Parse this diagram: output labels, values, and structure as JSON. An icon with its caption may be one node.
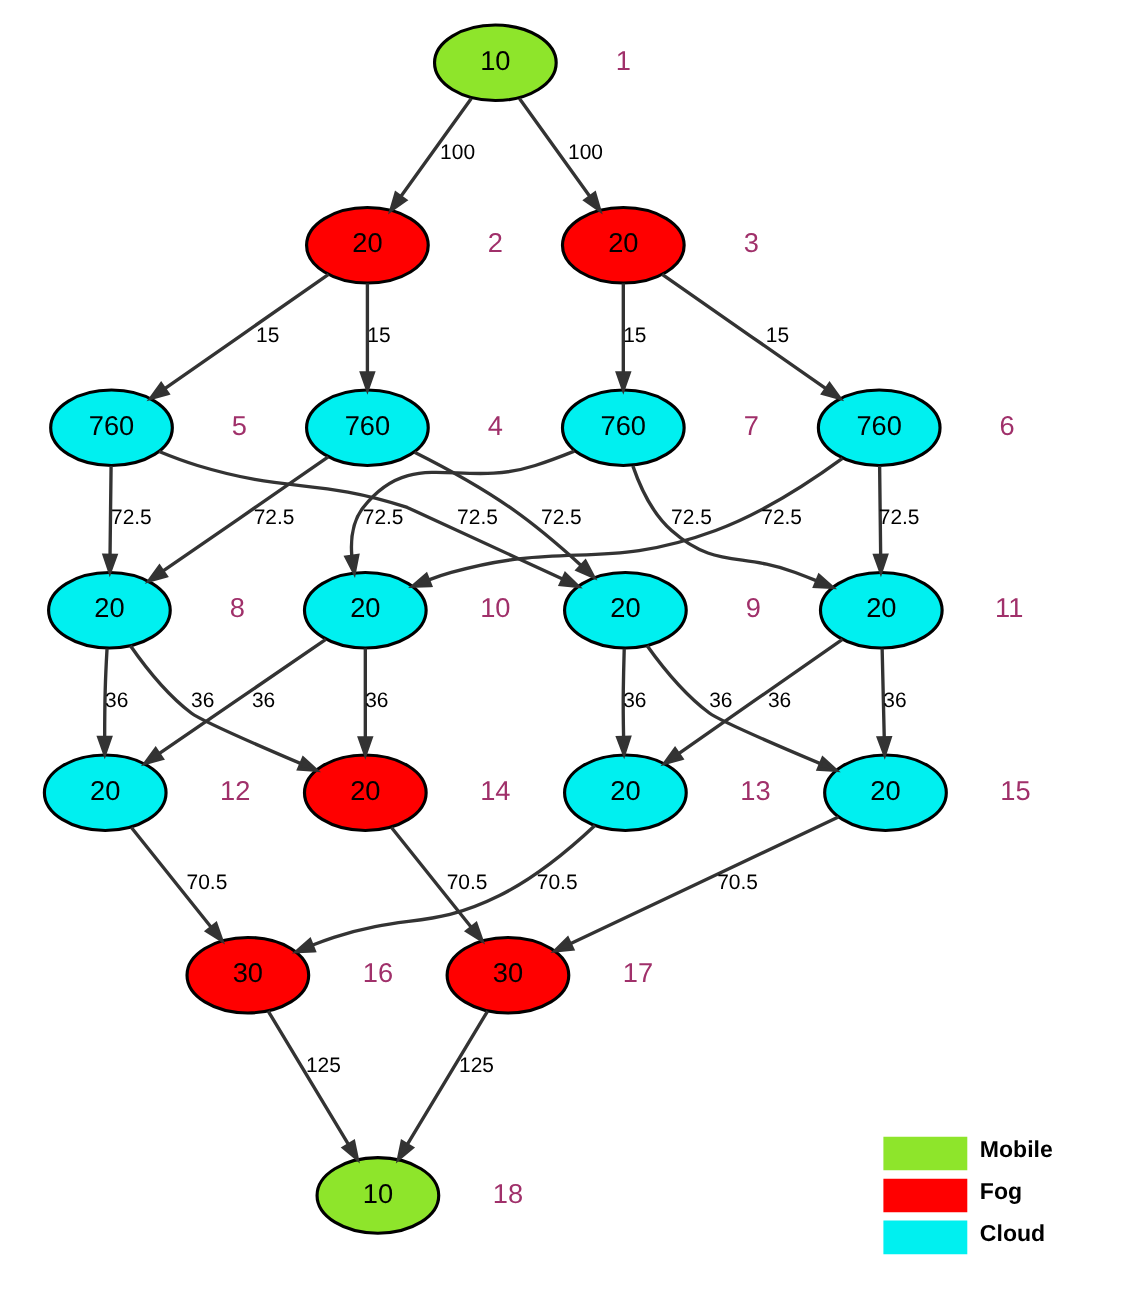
{
  "diagram": {
    "nodes": [
      {
        "text": [
          "10"
        ],
        "beside": [
          "1"
        ]
      },
      {
        "text": [
          "20"
        ],
        "beside": [
          "2"
        ]
      },
      {
        "text": [
          "20"
        ],
        "beside": [
          "3"
        ]
      },
      {
        "text": [
          "760"
        ],
        "beside": [
          "5"
        ]
      },
      {
        "text": [
          "760"
        ],
        "beside": [
          "4"
        ]
      },
      {
        "text": [
          "760"
        ],
        "beside": [
          "7"
        ]
      },
      {
        "text": [
          "760"
        ],
        "beside": [
          "6"
        ]
      },
      {
        "text": [
          "20"
        ],
        "beside": [
          "8"
        ]
      },
      {
        "text": [
          "20"
        ],
        "beside": [
          "10"
        ]
      },
      {
        "text": [
          "20"
        ],
        "beside": [
          "9"
        ]
      },
      {
        "text": [
          "20"
        ],
        "beside": [
          "11"
        ]
      },
      {
        "text": [
          "20"
        ],
        "beside": [
          "12"
        ]
      },
      {
        "text": [
          "20"
        ],
        "beside": [
          "14"
        ]
      },
      {
        "text": [
          "20"
        ],
        "beside": [
          "13"
        ]
      },
      {
        "text": [
          "20"
        ],
        "beside": [
          "15"
        ]
      },
      {
        "text": [
          "30"
        ],
        "beside": [
          "16"
        ]
      },
      {
        "text": [
          "30"
        ],
        "beside": [
          "17"
        ]
      },
      {
        "text": [
          "10"
        ],
        "beside": [
          "18"
        ]
      }
    ],
    "edges": [
      {
        "from": 0,
        "to": 1,
        "arrow": "to",
        "label": "100"
      },
      {
        "from": 0,
        "to": 2,
        "arrow": "to",
        "label": "100"
      },
      {
        "from": 1,
        "to": 3,
        "arrow": "to",
        "label": "15"
      },
      {
        "from": 1,
        "to": 4,
        "arrow": "to",
        "label": "15"
      },
      {
        "from": 2,
        "to": 5,
        "arrow": "to",
        "label": "15"
      },
      {
        "from": 2,
        "to": 6,
        "arrow": "to",
        "label": "15"
      },
      {
        "from": 3,
        "to": 7,
        "arrow": "to",
        "label": "72.5"
      },
      {
        "from": 3,
        "to": 9,
        "arrow": "to",
        "label": "72.5"
      },
      {
        "from": 4,
        "to": 7,
        "arrow": "to",
        "label": "72.5"
      },
      {
        "from": 4,
        "to": 9,
        "arrow": "to",
        "label": "72.5"
      },
      {
        "from": 5,
        "to": 8,
        "arrow": "to",
        "label": "72.5"
      },
      {
        "from": 5,
        "to": 10,
        "arrow": "to",
        "label": "72.5"
      },
      {
        "from": 6,
        "to": 8,
        "arrow": "to",
        "label": "72.5"
      },
      {
        "from": 6,
        "to": 10,
        "arrow": "to",
        "label": "72.5"
      },
      {
        "from": 7,
        "to": 11,
        "arrow": "to",
        "label": "36"
      },
      {
        "from": 7,
        "to": 12,
        "arrow": "to",
        "label": "36"
      },
      {
        "from": 8,
        "to": 11,
        "arrow": "to",
        "label": "36"
      },
      {
        "from": 8,
        "to": 12,
        "arrow": "to",
        "label": "36"
      },
      {
        "from": 9,
        "to": 13,
        "arrow": "to",
        "label": "36"
      },
      {
        "from": 9,
        "to": 14,
        "arrow": "to",
        "label": "36"
      },
      {
        "from": 10,
        "to": 13,
        "arrow": "to",
        "label": "36"
      },
      {
        "from": 10,
        "to": 14,
        "arrow": "to",
        "label": "36"
      },
      {
        "from": 11,
        "to": 15,
        "arrow": "to",
        "label": "70.5"
      },
      {
        "from": 12,
        "to": 16,
        "arrow": "to",
        "label": "70.5"
      },
      {
        "from": 13,
        "to": 15,
        "arrow": "to",
        "label": "70.5"
      },
      {
        "from": 14,
        "to": 16,
        "arrow": "to",
        "label": "70.5"
      },
      {
        "from": 15,
        "to": 17,
        "arrow": "to",
        "label": "125"
      },
      {
        "from": 16,
        "to": 17,
        "arrow": "to",
        "label": "125"
      }
    ],
    "legend": [
      {
        "text": "Mobile",
        "color": "#8ee52b"
      },
      {
        "text": "Fog",
        "color": "#ff0000"
      },
      {
        "text": "Cloud",
        "color": "#00f0f0"
      }
    ]
  }
}
